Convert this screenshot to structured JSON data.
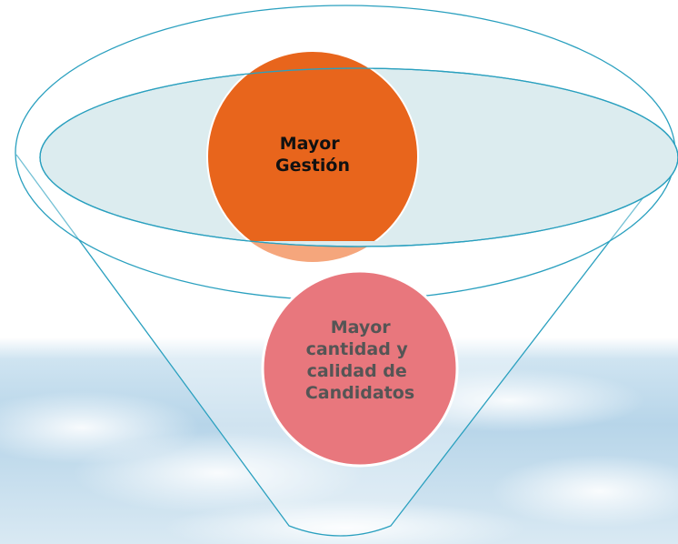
{
  "diagram": {
    "top_circle": {
      "lines": [
        "Mayor",
        "Gestión"
      ],
      "fill": "#e8651c",
      "text_color": "#111111"
    },
    "bottom_circle": {
      "lines": [
        "Mayor",
        "cantidad  y",
        "calidad de",
        "Candidatos"
      ],
      "fill": "#e8777d",
      "text_color": "#555555"
    },
    "funnel": {
      "stroke": "#2aa0bf",
      "top_ellipse_fill": "#dcecef"
    }
  }
}
